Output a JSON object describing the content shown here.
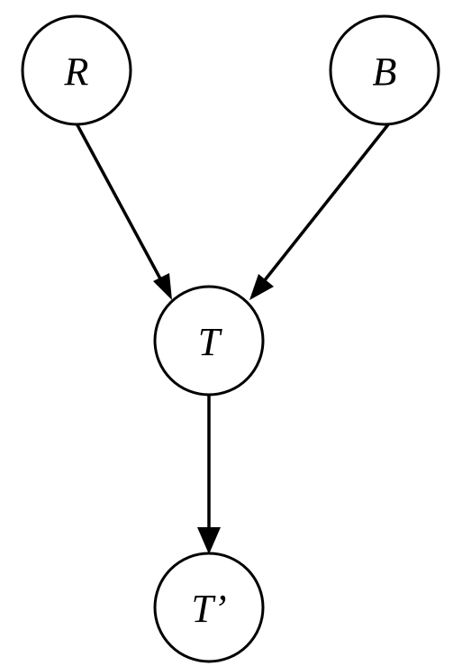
{
  "nodes": [
    {
      "id": "R",
      "label": "R"
    },
    {
      "id": "B",
      "label": "B"
    },
    {
      "id": "T",
      "label": "T"
    },
    {
      "id": "T_prime",
      "label": "T’"
    }
  ],
  "edges": [
    {
      "from": "R",
      "to": "T"
    },
    {
      "from": "B",
      "to": "T"
    },
    {
      "from": "T",
      "to": "T_prime"
    }
  ]
}
